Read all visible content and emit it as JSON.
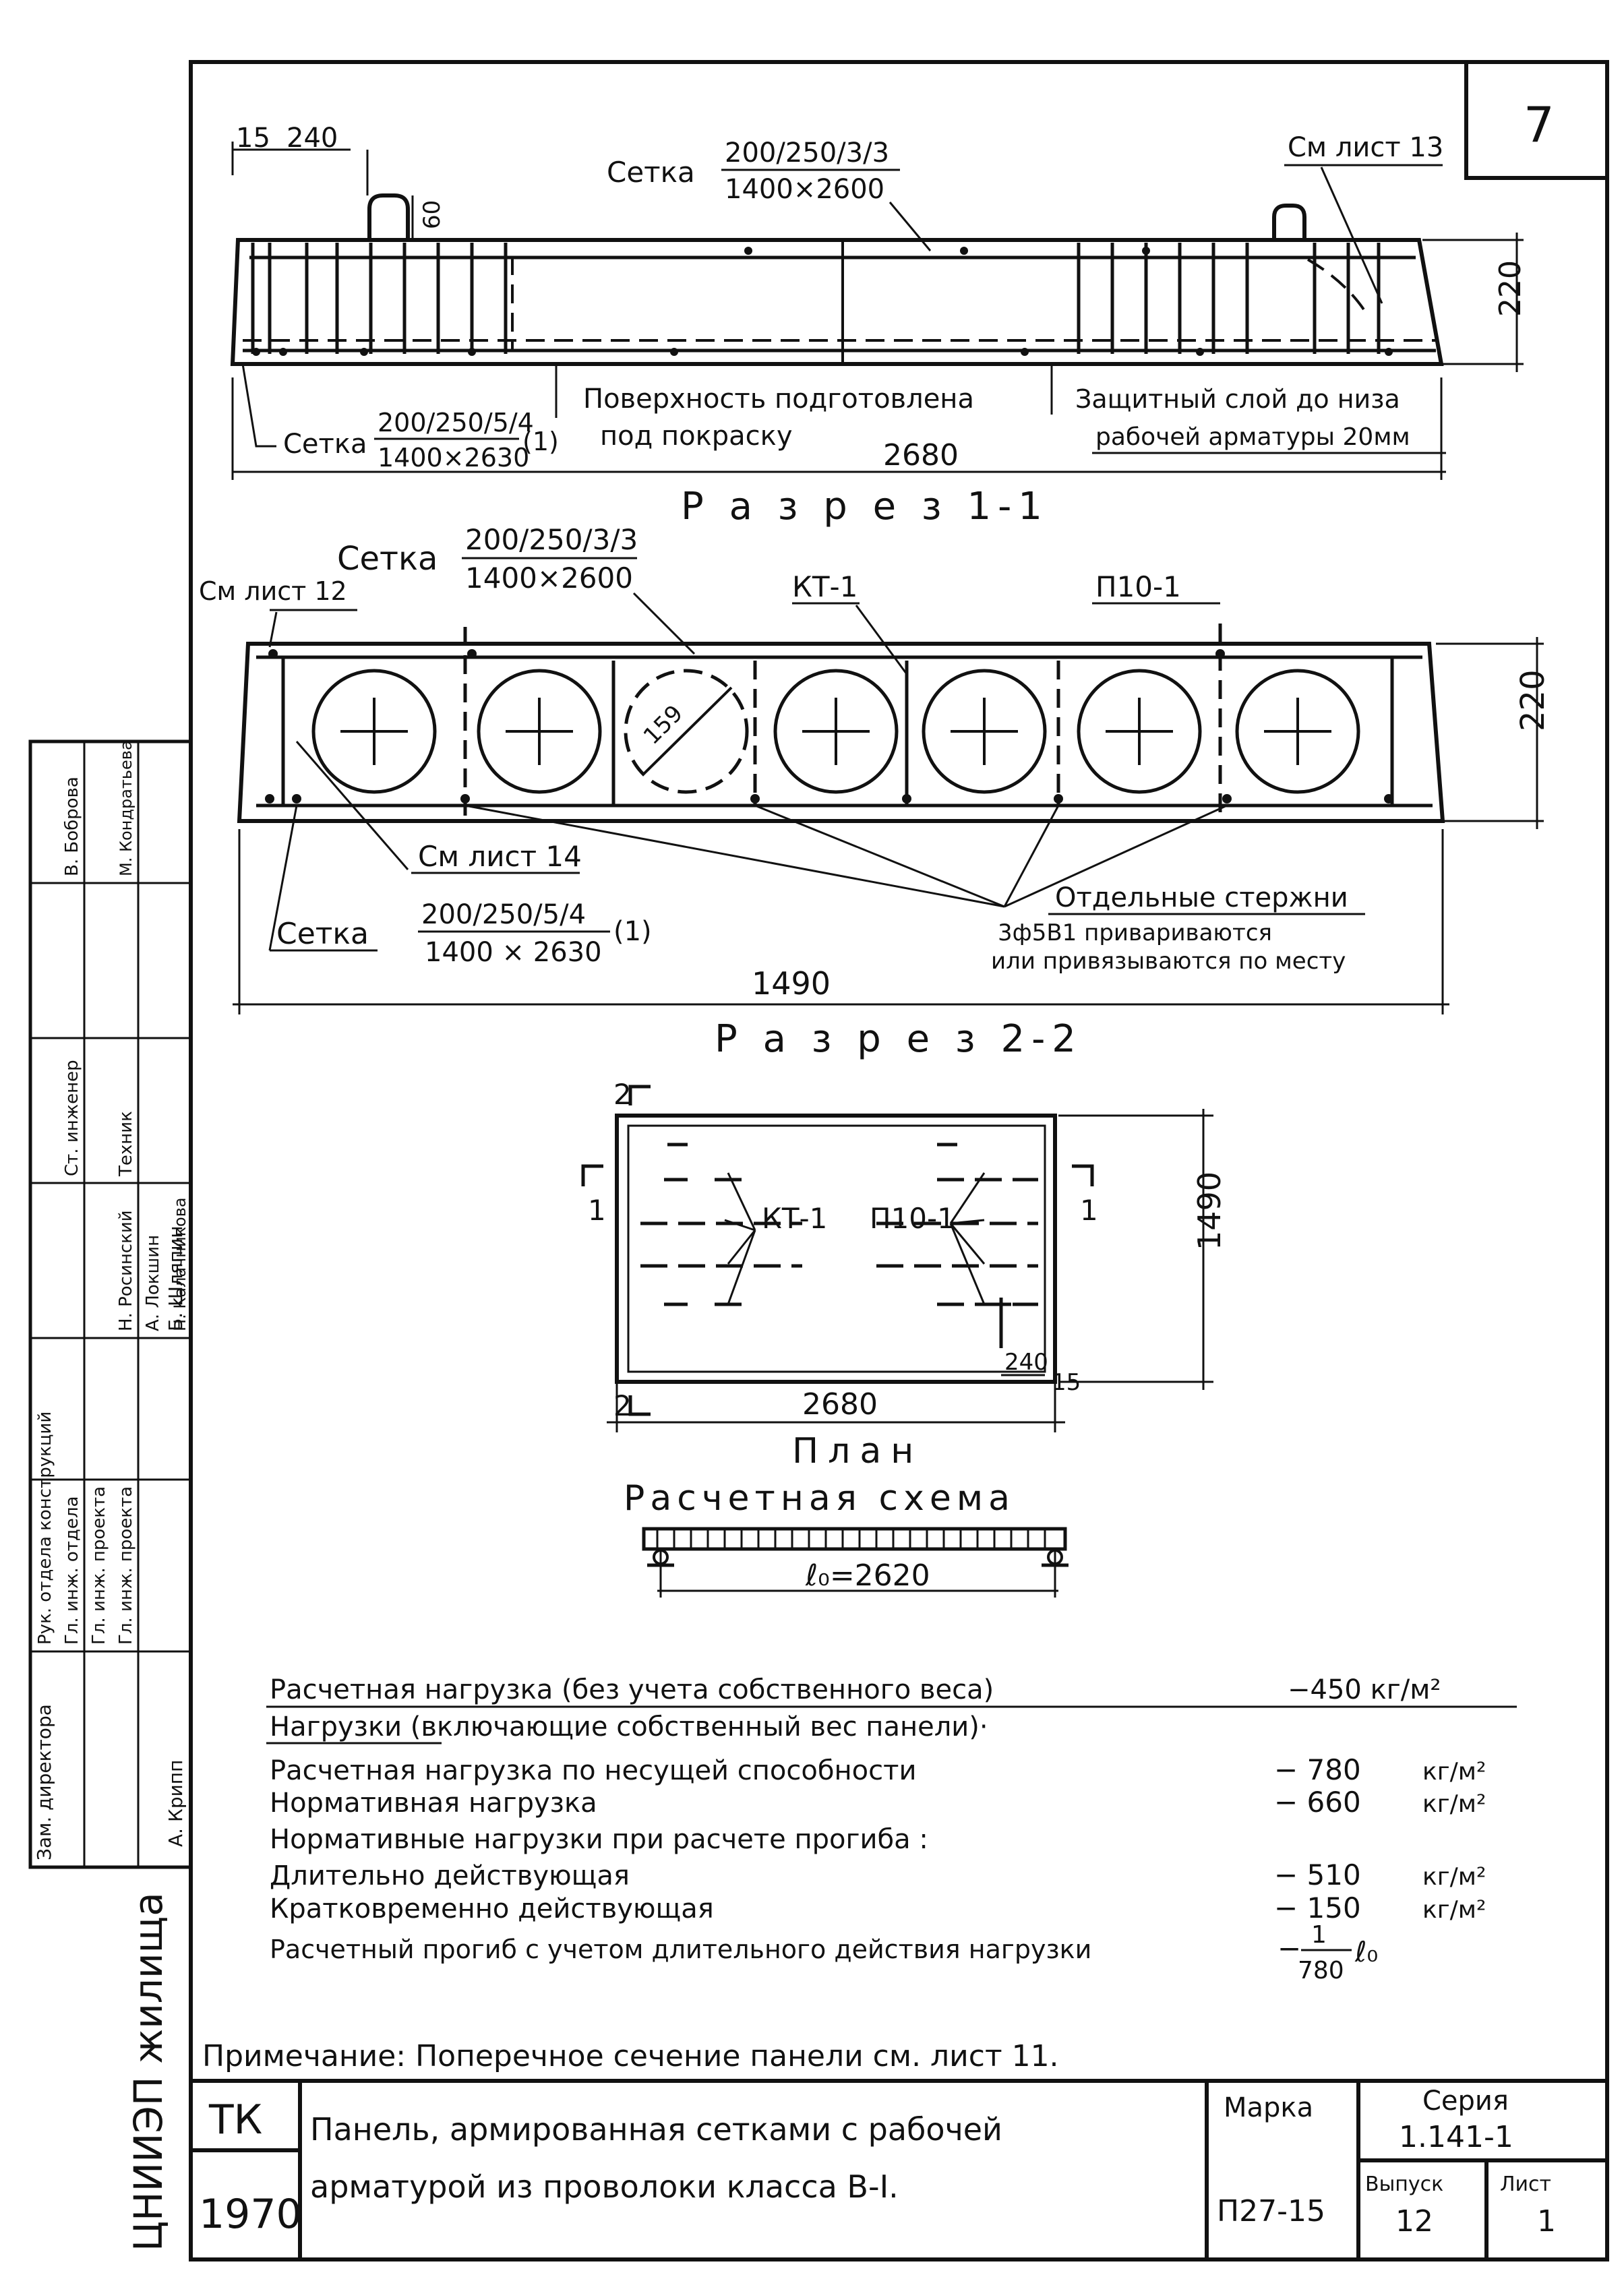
{
  "sheet_number": "7",
  "section_1_1": {
    "title": "Р а з р е з 1-1",
    "dim_15": "15",
    "dim_240": "240",
    "dim_60": "60",
    "mesh_top_label": "Сетка",
    "mesh_top_num": "200/250/3/3",
    "mesh_top_den": "1400×2600",
    "ref_sheet_13": "См лист 13",
    "height_220": "220",
    "mesh_bottom_label": "Сетка",
    "mesh_bottom_num": "200/250/5/4",
    "mesh_bottom_den": "1400×2630",
    "mesh_bottom_suffix": "(1)",
    "surface_note_1": "Поверхность подготовлена",
    "surface_note_2": "под покраску",
    "cover_note_1": "Защитный слой до низа",
    "cover_note_2": "рабочей арматуры 20мм",
    "length_2680": "2680"
  },
  "section_2_2": {
    "title": "Р а з р е з 2-2",
    "mesh_top_label": "Сетка",
    "mesh_top_num": "200/250/3/3",
    "mesh_top_den": "1400×2600",
    "ref_sheet_12": "См лист 12",
    "kt1": "КТ-1",
    "p10": "П10-1",
    "diameter_159": "159",
    "height_220": "220",
    "ref_sheet_14": "См лист 14",
    "mesh_bottom_label": "Сетка",
    "mesh_bottom_num": "200/250/5/4",
    "mesh_bottom_den": "1400 × 2630",
    "mesh_bottom_suffix": "(1)",
    "rods_note_1": "Отдельные стержни",
    "rods_note_2": "3ф5В1 привариваются",
    "rods_note_3": "или привязываются по месту",
    "width_1490": "1490"
  },
  "plan": {
    "title": "План",
    "mark_2_top": "2",
    "mark_2_bottom": "2",
    "mark_1_left": "1",
    "mark_1_right": "1",
    "kt1": "КТ-1",
    "p10": "П10-1",
    "width_1490": "1490",
    "length_2680": "2680",
    "dim_240": "240",
    "dim_15": "15"
  },
  "scheme": {
    "title": "Расчетная схема",
    "span": "ℓ₀=2620"
  },
  "loads": {
    "design_load": "Расчетная нагрузка (без учета собственного веса)",
    "design_load_value": "−450 кг/м²",
    "loads_heading": "Нагрузки (включающие собственный вес панели)·",
    "items": [
      {
        "label": "Расчетная нагрузка по несущей способности",
        "value": "− 780",
        "unit": "кг/м²"
      },
      {
        "label": "Нормативная нагрузка",
        "value": "− 660",
        "unit": "кг/м²"
      },
      {
        "label": "Нормативные нагрузки при расчете прогиба :",
        "value": "",
        "unit": ""
      },
      {
        "label": "Длительно действующая",
        "value": "− 510",
        "unit": "кг/м²"
      },
      {
        "label": "Кратковременно действующая",
        "value": "− 150",
        "unit": "кг/м²"
      }
    ],
    "deflection_label": "Расчетный прогиб с учетом длительного действия нагрузки",
    "deflection_minus": "−",
    "deflection_num": "1",
    "deflection_den": "780",
    "deflection_l0": "ℓ₀"
  },
  "note": "Примечание: Поперечное сечение панели см. лист 11.",
  "stamp": {
    "tk": "ТК",
    "year": "1970",
    "title_line_1": "Панель, армированная сетками с рабочей",
    "title_line_2": "арматурой из проволоки класса В-I.",
    "marka_label": "Марка",
    "marka_value": "П27-15",
    "series_label": "Серия",
    "series_value": "1.141-1",
    "vypusk_label": "Выпуск",
    "vypusk_value": "12",
    "list_label": "Лист",
    "list_value": "1"
  },
  "side_block": {
    "org": "ЦНИИЭП жилища",
    "rows": [
      {
        "role": "Зам. директора",
        "name": "А. Крипп"
      },
      {
        "role": "Рук. отдела конструкций",
        "name": "Б. Шляпин"
      },
      {
        "role": "Гл. инж. отдела",
        "name": "Н. Росинский"
      },
      {
        "role": "Гл. инж. проекта",
        "name": "А. Локшин"
      },
      {
        "role": "Гл. инж. проекта",
        "name": "Н. Калачникова"
      },
      {
        "role": "Ст. инженер",
        "name": "В. Боброва"
      },
      {
        "role": "Техник",
        "name": "М. Кондратьева"
      }
    ]
  }
}
